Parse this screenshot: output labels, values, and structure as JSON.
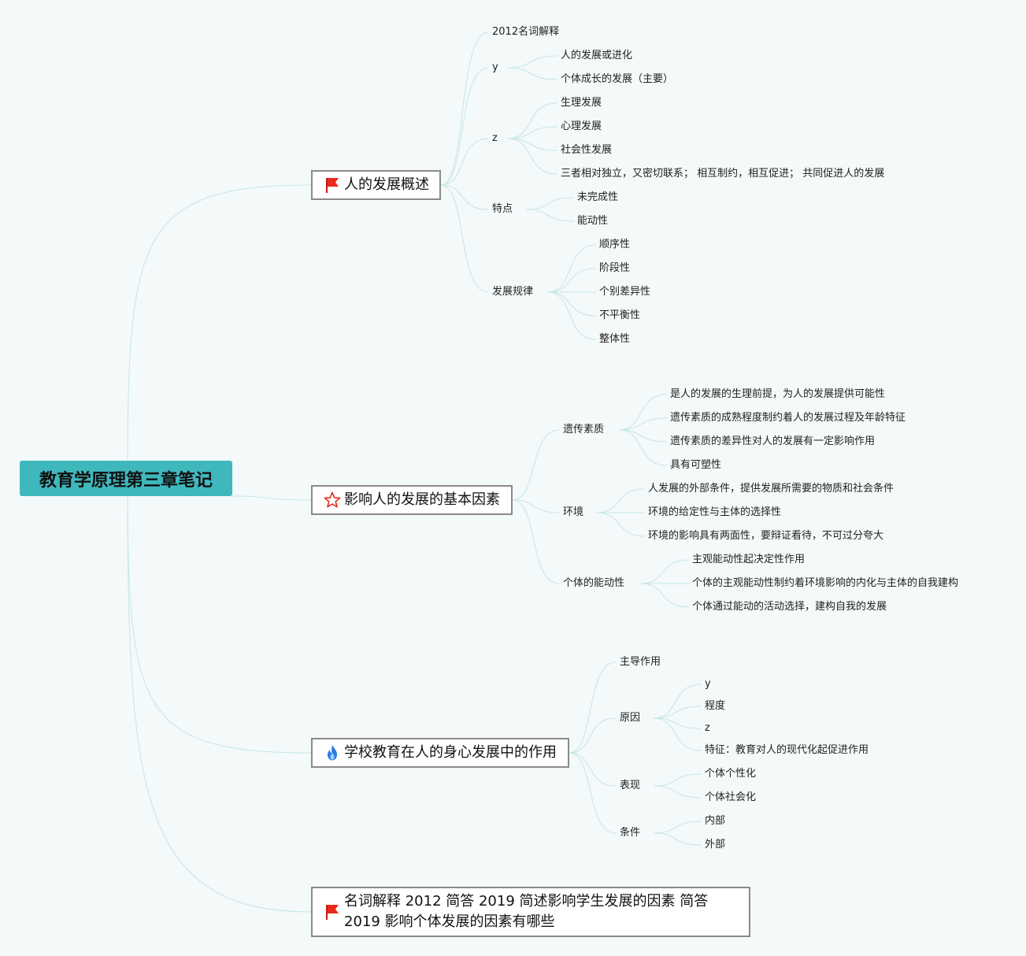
{
  "root": {
    "title": "教育学原理第三章笔记"
  },
  "topics": [
    {
      "label": "人的发展概述",
      "icon": "red-flag-icon",
      "children": [
        {
          "label": "2012名词解释",
          "children": []
        },
        {
          "label": "y",
          "children": [
            "人的发展或进化",
            "个体成长的发展（主要）"
          ]
        },
        {
          "label": "z",
          "children": [
            "生理发展",
            "心理发展",
            "社会性发展",
            "三者相对独立，又密切联系；  相互制约，相互促进；  共同促进人的发展"
          ]
        },
        {
          "label": "特点",
          "children": [
            "未完成性",
            "能动性"
          ]
        },
        {
          "label": "发展规律",
          "children": [
            "顺序性",
            "阶段性",
            "个别差异性",
            "不平衡性",
            "整体性"
          ]
        }
      ]
    },
    {
      "label": "影响人的发展的基本因素",
      "icon": "red-star-outline-icon",
      "children": [
        {
          "label": "遗传素质",
          "children": [
            "是人的发展的生理前提，为人的发展提供可能性",
            "遗传素质的成熟程度制约着人的发展过程及年龄特征",
            "遗传素质的差异性对人的发展有一定影响作用",
            "具有可塑性"
          ]
        },
        {
          "label": "环境",
          "children": [
            "人发展的外部条件，提供发展所需要的物质和社会条件",
            "环境的给定性与主体的选择性",
            "环境的影响具有两面性，要辩证看待，不可过分夸大"
          ]
        },
        {
          "label": "个体的能动性",
          "children": [
            "主观能动性起决定性作用",
            "个体的主观能动性制约着环境影响的内化与主体的自我建构",
            "个体通过能动的活动选择，建构自我的发展"
          ]
        }
      ]
    },
    {
      "label": "学校教育在人的身心发展中的作用",
      "icon": "blue-flame-icon",
      "children": [
        {
          "label": "主导作用",
          "children": []
        },
        {
          "label": "原因",
          "children": [
            "y",
            "程度",
            "z",
            "特征：教育对人的现代化起促进作用"
          ]
        },
        {
          "label": "表现",
          "children": [
            "个体个性化",
            "个体社会化"
          ]
        },
        {
          "label": "条件",
          "children": [
            "内部",
            "外部"
          ]
        }
      ]
    },
    {
      "label": "名词解释 2012 简答 2019 简述影响学生发展的因素 简答 2019 影响个体发展的因素有哪些",
      "icon": "red-flag-icon",
      "children": []
    }
  ],
  "colors": {
    "background": "#f4f9f9",
    "root": "#3fb8bd",
    "link": "#c5e6e8",
    "flag": "#e8291c",
    "flame": "#2a7be4"
  }
}
